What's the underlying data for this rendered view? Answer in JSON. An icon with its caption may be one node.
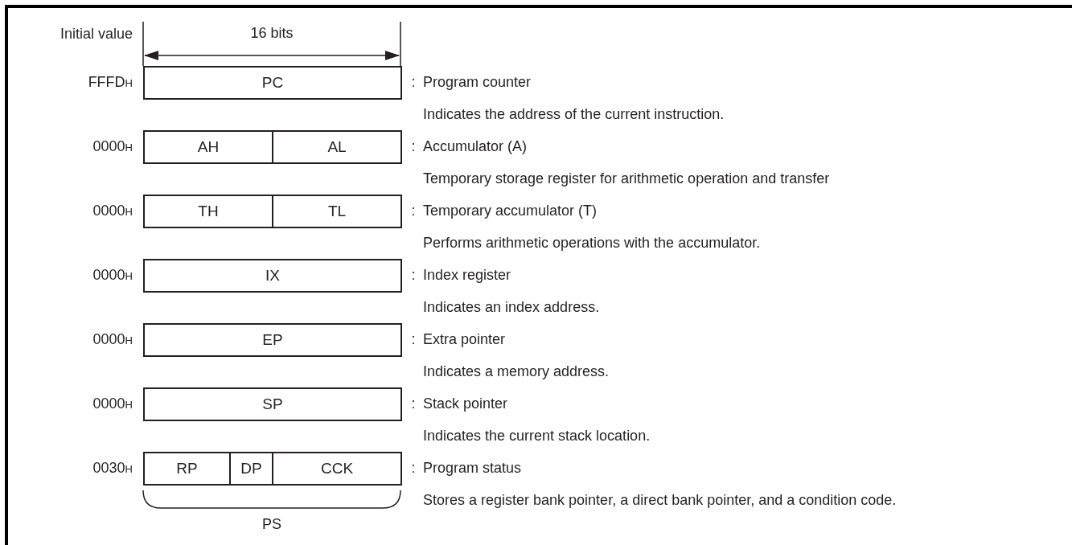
{
  "diagram": {
    "nodes": [
      {
        "text": [
          "PC"
        ]
      },
      {
        "text": [
          "AH"
        ]
      },
      {
        "text": [
          "AL"
        ]
      },
      {
        "text": [
          "TH"
        ]
      },
      {
        "text": [
          "TL"
        ]
      },
      {
        "text": [
          "IX"
        ]
      },
      {
        "text": [
          "EP"
        ]
      },
      {
        "text": [
          "SP"
        ]
      },
      {
        "text": [
          "RP"
        ]
      },
      {
        "text": [
          "DP"
        ]
      },
      {
        "text": [
          "CCK"
        ]
      }
    ],
    "labels": [
      "Initial value",
      "16 bits",
      "FFFD$_{H}$",
      ":",
      "Program counter",
      "Indicates the address of the current instruction.",
      "0000$_{H}$",
      ":",
      "Accumulator (A)",
      "Temporary storage register for arithmetic operation and transfer",
      "0000$_{H}$",
      ":",
      "Temporary accumulator (T)",
      "Performs arithmetic operations with the accumulator.",
      "0000$_{H}$",
      ":",
      "Index register",
      "Indicates an index address.",
      "0000$_{H}$",
      ":",
      "Extra pointer",
      "Indicates a memory address.",
      "0000$_{H}$",
      ":",
      "Stack pointer",
      "Indicates the current stack location.",
      "0030$_{H}$",
      ":",
      "Program status",
      "Stores a register bank pointer, a direct bank pointer, and a condition code.",
      "PS"
    ]
  }
}
